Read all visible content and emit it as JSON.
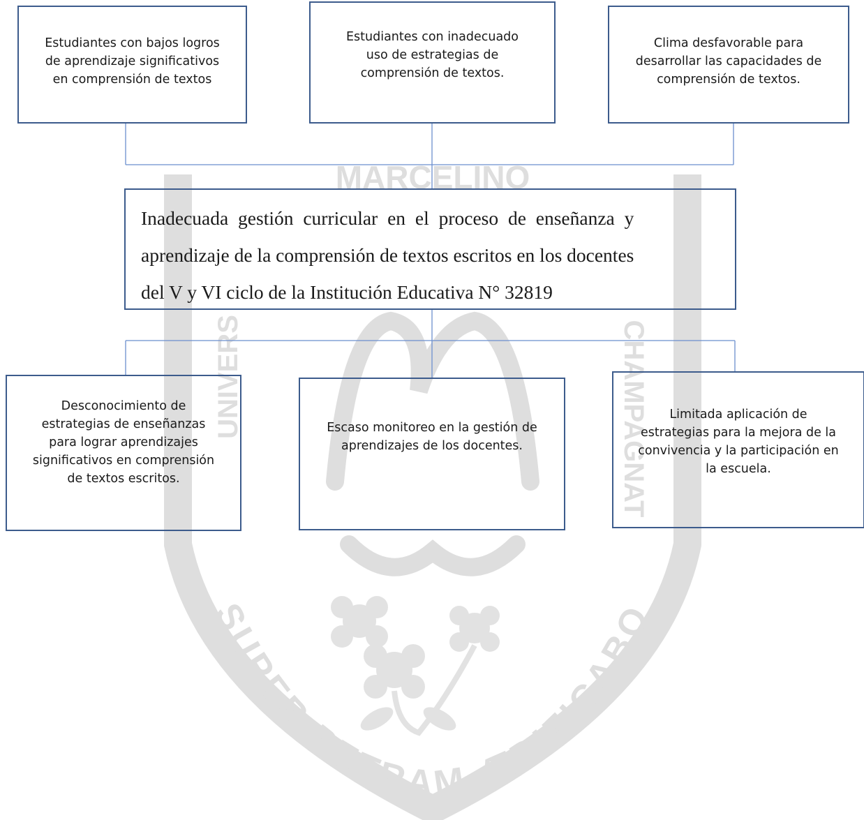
{
  "effects": [
    {
      "text": "Estudiantes con bajos logros\nde aprendizaje significativos\nen comprensión de textos"
    },
    {
      "text": "Estudiantes con inadecuado\nuso de estrategias de\ncomprensión de textos."
    },
    {
      "text": "Clima desfavorable para\ndesarrollar las capacidades de\ncomprensión de textos."
    }
  ],
  "central_problem": {
    "lines": [
      "Inadecuada gestión curricular en el proceso de enseñanza y",
      "aprendizaje de la comprensión de textos escritos en los docentes",
      "del  V y VI ciclo de la Institución Educativa N° 32819"
    ]
  },
  "causes": [
    {
      "text": "Desconocimiento de\nestrategias de enseñanzas\npara lograr aprendizajes\nsignificativos en comprensión\nde textos escritos."
    },
    {
      "text": "Escaso monitoreo en la gestión de\naprendizajes de los docentes."
    },
    {
      "text": "Limitada aplicación de\nestrategias para la mejora de la\nconvivencia y la participación en\nla escuela."
    }
  ],
  "watermark": {
    "top_text": "MARCELINO",
    "left_text": "UNIVERS",
    "right_text": "CHAMPAGNAT",
    "bottom_text": "SUPER PETRAM ÆDIFICABO",
    "color": "#b8b8b8"
  },
  "colors": {
    "box_border": "#3c5b8c",
    "connector": "#6b8fce",
    "text": "#1a1a1a"
  }
}
